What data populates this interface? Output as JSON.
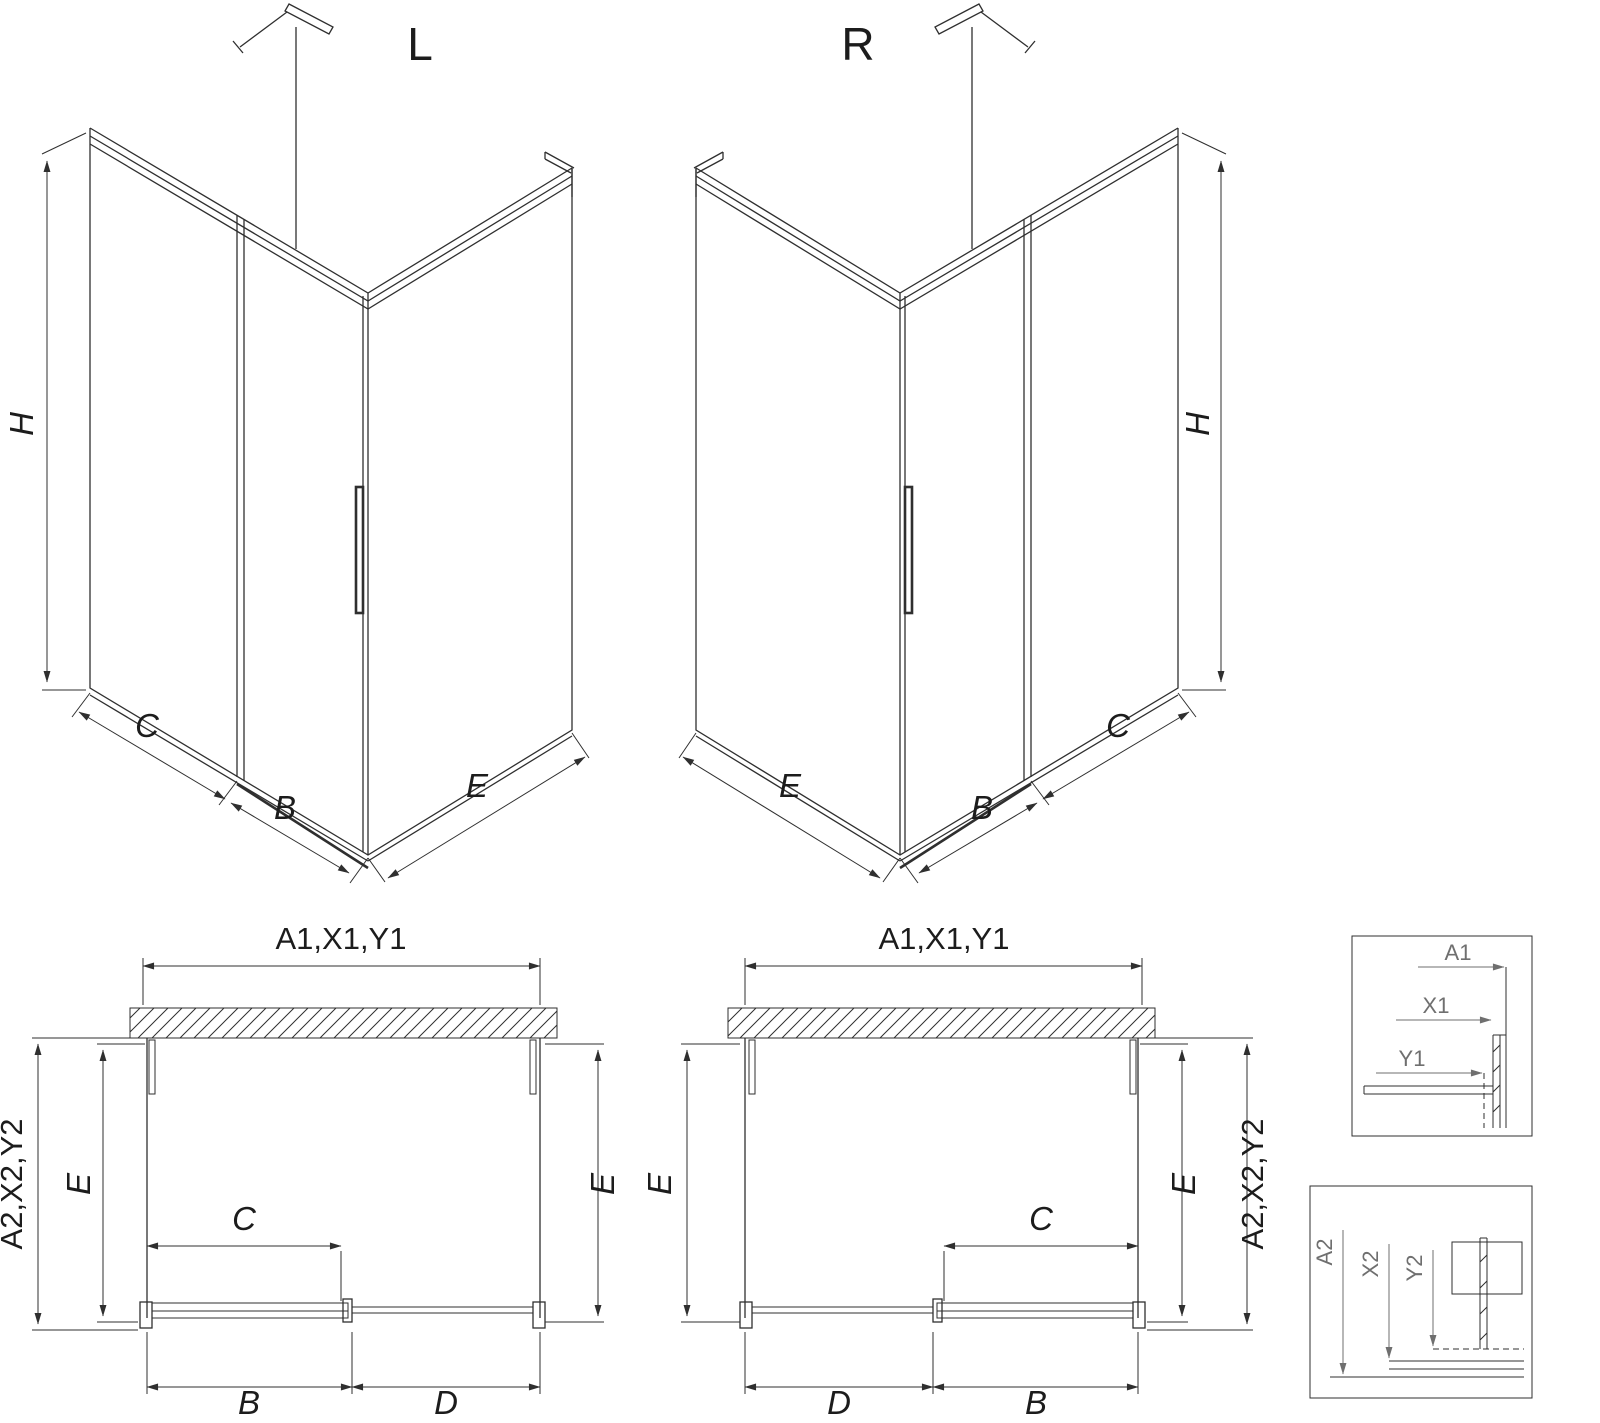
{
  "drawing": {
    "variants": {
      "left": "L",
      "right": "R"
    },
    "dims": {
      "h": "H",
      "b": "B",
      "c": "C",
      "d": "D",
      "e": "E"
    },
    "top_combo": "A1,X1,Y1",
    "side_combo": "A2,X2,Y2",
    "detail": {
      "a1": "A1",
      "x1": "X1",
      "y1": "Y1",
      "a2": "A2",
      "x2": "X2",
      "y2": "Y2"
    },
    "colors": {
      "line": "#2f2f2f",
      "detail_label": "#6f6f6f",
      "background": "#ffffff"
    }
  }
}
